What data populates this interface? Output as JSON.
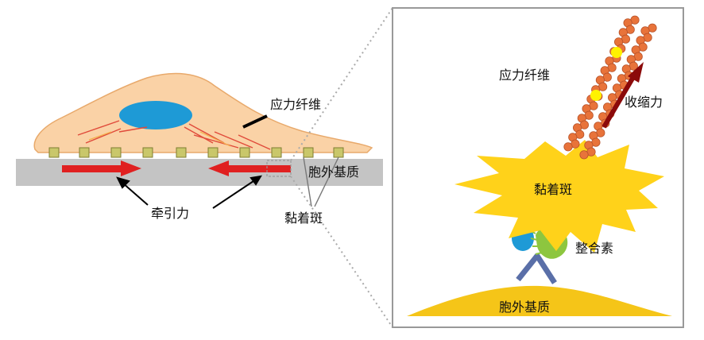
{
  "labels": {
    "stress_fiber_left": "应力纤维",
    "traction_force": "牵引力",
    "focal_adhesion_left": "黏着斑",
    "ecm_left": "胞外基质",
    "stress_fiber_right": "应力纤维",
    "contractile_force": "收缩力",
    "focal_adhesion_right": "黏着斑",
    "integrin": "整合素",
    "ecm_right": "胞外基质"
  },
  "colors": {
    "cell_body": "#FAD2A6",
    "cell_outline": "#E8A96B",
    "nucleus": "#1E9AD6",
    "substrate": "#C4C4C4",
    "adhesion_square": "#C9C76A",
    "traction_arrow": "#E02020",
    "stress_fiber": "#E8733A",
    "contractile_arrow": "#8B0A0A",
    "focal_adhesion_burst": "#FFD21A",
    "integrin_blue": "#1E9AD6",
    "integrin_green": "#8DC63F",
    "integrin_stalk": "#5A6FA8",
    "ecm_mound": "#F5C518",
    "frame": "#999999"
  }
}
